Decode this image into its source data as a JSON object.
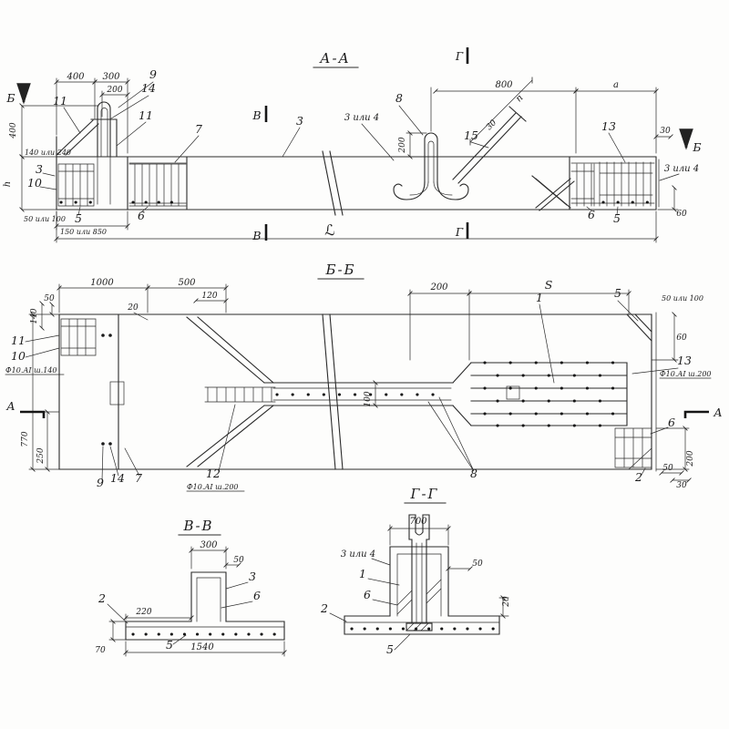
{
  "titles": {
    "aa": "А-А",
    "bb": "Б-Б",
    "vv": "В-В",
    "gg": "Г-Г"
  },
  "markers": {
    "a": "А",
    "b": "Б",
    "v": "В",
    "g": "Г"
  },
  "aa": {
    "d400_top": "400",
    "d300": "300",
    "d200_top": "200",
    "p9": "9",
    "p14": "14",
    "p11a": "11",
    "p11b": "11",
    "p7": "7",
    "p3_beam": "3",
    "p3or4_mid": "3 или 4",
    "p8": "8",
    "d200_anchor": "200",
    "d800": "800",
    "da": "a",
    "dn": "n",
    "d30_diag": "30",
    "p15": "15",
    "p13": "13",
    "d30_right": "30",
    "p3or4_right": "3 или 4",
    "d400_left": "400",
    "d140_240": "140 или 240",
    "p3_left": "3",
    "p10": "10",
    "dh": "h",
    "d50_100": "50 или 100",
    "p5_left": "5",
    "p6_left": "6",
    "d150_850": "150 или 850",
    "dL": "ℒ",
    "p6_right": "6",
    "p5_right": "5",
    "d60": "60"
  },
  "bb": {
    "d1000": "1000",
    "d500": "500",
    "d120": "120",
    "d50_top": "50",
    "d140": "140",
    "d20": "20",
    "d200_top": "200",
    "dS": "S",
    "p1": "1",
    "p5_top": "5",
    "d50_100": "50 или 100",
    "d60": "60",
    "p11": "11",
    "p10": "10",
    "spec140": "Ф10.АI ш.140",
    "p13": "13",
    "spec200r": "Ф10.АI ш.200",
    "d770": "770",
    "d250": "250",
    "p9": "9",
    "p14": "14",
    "p7": "7",
    "p12": "12",
    "spec200": "Ф10.АI ш.200",
    "p8": "8",
    "d100": "100",
    "p6": "6",
    "p2": "2",
    "d50_bot": "50",
    "d200_right": "200",
    "d30": "30"
  },
  "vv": {
    "d300": "300",
    "d50": "50",
    "p3": "3",
    "p6": "6",
    "p2": "2",
    "d220": "220",
    "p5": "5",
    "d70": "70",
    "d1540": "1540"
  },
  "gg": {
    "d700": "700",
    "p3or4": "3 или 4",
    "p1": "1",
    "p6": "6",
    "p2": "2",
    "p5": "5",
    "d50": "50",
    "d20": "20"
  }
}
